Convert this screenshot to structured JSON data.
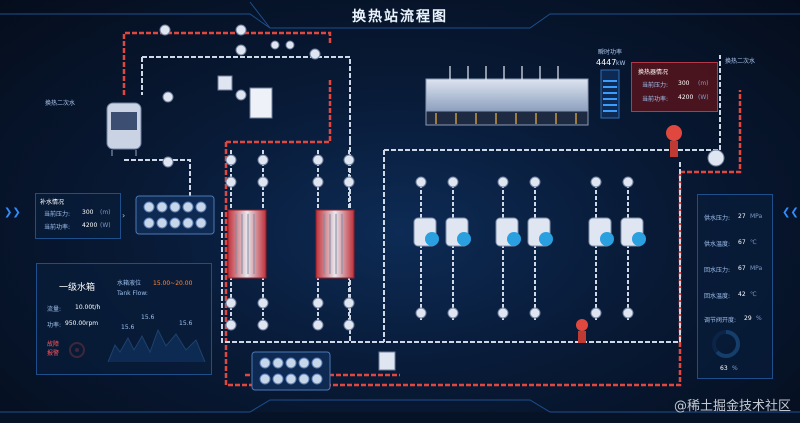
{
  "title": "换热站流程图",
  "labels": {
    "left_station": "换热二次水",
    "right_station": "换热二次水",
    "power_label": "瞬时功率",
    "power_value": "4447",
    "power_unit": "kW"
  },
  "left_panel": {
    "title": "补水情况",
    "rows": [
      {
        "label": "当前压力:",
        "value": "300",
        "unit": "(m)"
      },
      {
        "label": "当前功率:",
        "value": "4200",
        "unit": "(W)"
      }
    ]
  },
  "red_panel": {
    "title": "换热器情况",
    "rows": [
      {
        "label": "当前压力:",
        "value": "300",
        "unit": "(m)"
      },
      {
        "label": "当前功率:",
        "value": "4200",
        "unit": "(W)"
      }
    ]
  },
  "tank_panel": {
    "title": "一级水箱",
    "level_label": "水箱液位",
    "level_range": "15.00~20.00",
    "flow_label": "Tank Flow:",
    "rows": [
      {
        "label": "流量:",
        "value": "10.00t/h"
      },
      {
        "label": "功率:",
        "value": "950.00rpm"
      }
    ],
    "alarm": "故障\n报警",
    "chart_labels": [
      "15.6",
      "15.6",
      "15.6"
    ]
  },
  "right_panel": {
    "rows": [
      {
        "label": "供水压力:",
        "value": "27",
        "unit": "MPa"
      },
      {
        "label": "供水温度:",
        "value": "67",
        "unit": "℃"
      },
      {
        "label": "回水压力:",
        "value": "67",
        "unit": "MPa"
      },
      {
        "label": "回水温度:",
        "value": "42",
        "unit": "℃"
      },
      {
        "label": "调节阀开度:",
        "value": "29",
        "unit": "%"
      }
    ],
    "gauge_value": "63",
    "gauge_unit": "%",
    "gauge_fraction": 0.63
  },
  "colors": {
    "hot": "#e0483f",
    "cold": "#cfd8e6",
    "accent": "#2f8fff"
  },
  "watermark": "@稀土掘金技术社区"
}
